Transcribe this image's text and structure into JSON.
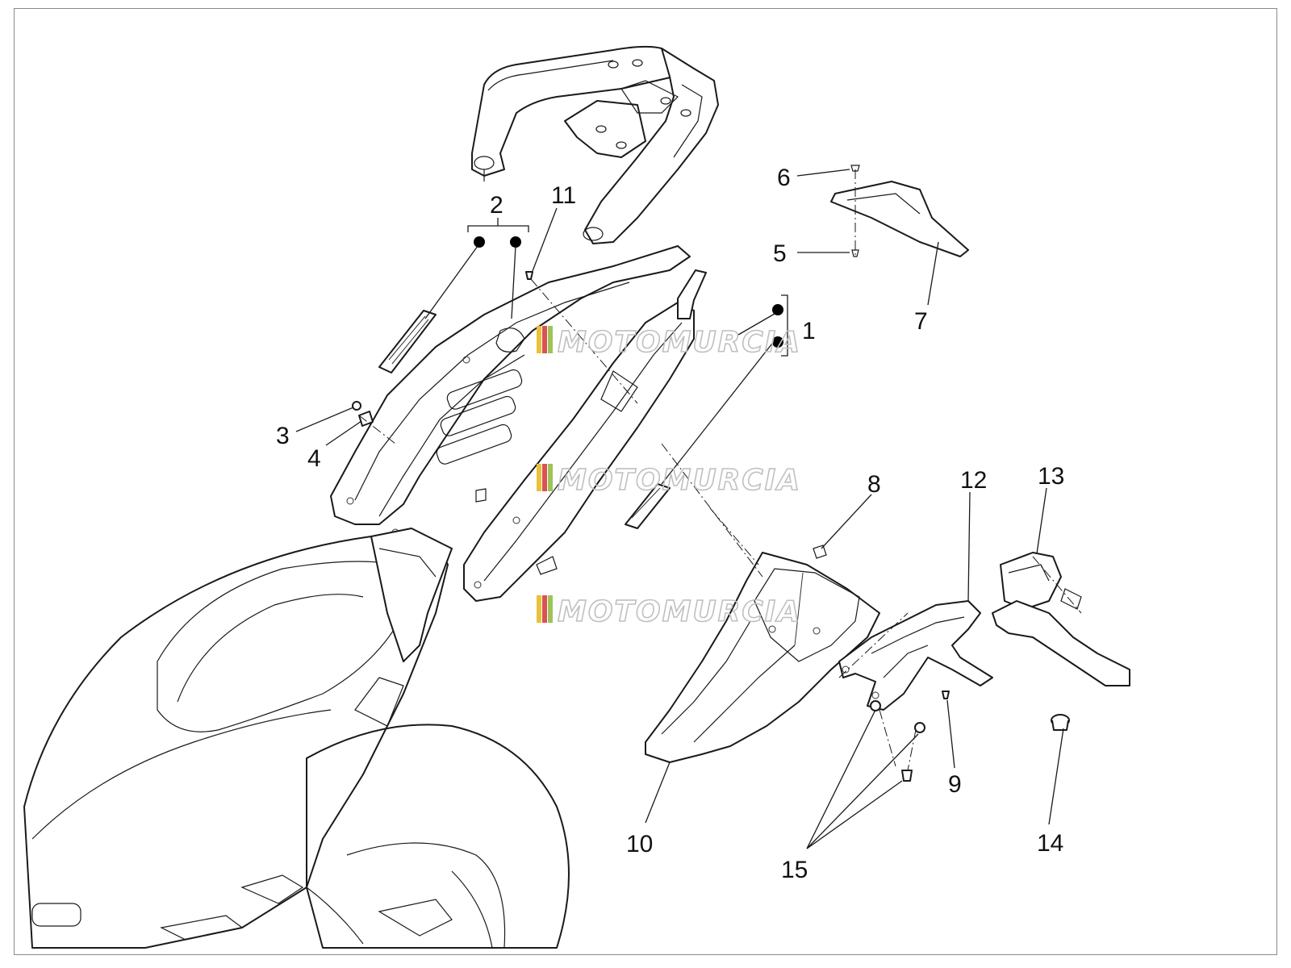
{
  "diagram": {
    "callouts": [
      {
        "id": "callout-1",
        "label": "1"
      },
      {
        "id": "callout-2",
        "label": "2"
      },
      {
        "id": "callout-3",
        "label": "3"
      },
      {
        "id": "callout-4",
        "label": "4"
      },
      {
        "id": "callout-5",
        "label": "5"
      },
      {
        "id": "callout-6",
        "label": "6"
      },
      {
        "id": "callout-7",
        "label": "7"
      },
      {
        "id": "callout-8",
        "label": "8"
      },
      {
        "id": "callout-9",
        "label": "9"
      },
      {
        "id": "callout-10",
        "label": "10"
      },
      {
        "id": "callout-11",
        "label": "11"
      },
      {
        "id": "callout-12",
        "label": "12"
      },
      {
        "id": "callout-13",
        "label": "13"
      },
      {
        "id": "callout-14",
        "label": "14"
      },
      {
        "id": "callout-15",
        "label": "15"
      }
    ],
    "watermark": {
      "text": "MOTOMURCIA",
      "stripe_colors": [
        "#e8c23a",
        "#d9534f",
        "#9fc25a",
        "#cccccc"
      ]
    }
  }
}
